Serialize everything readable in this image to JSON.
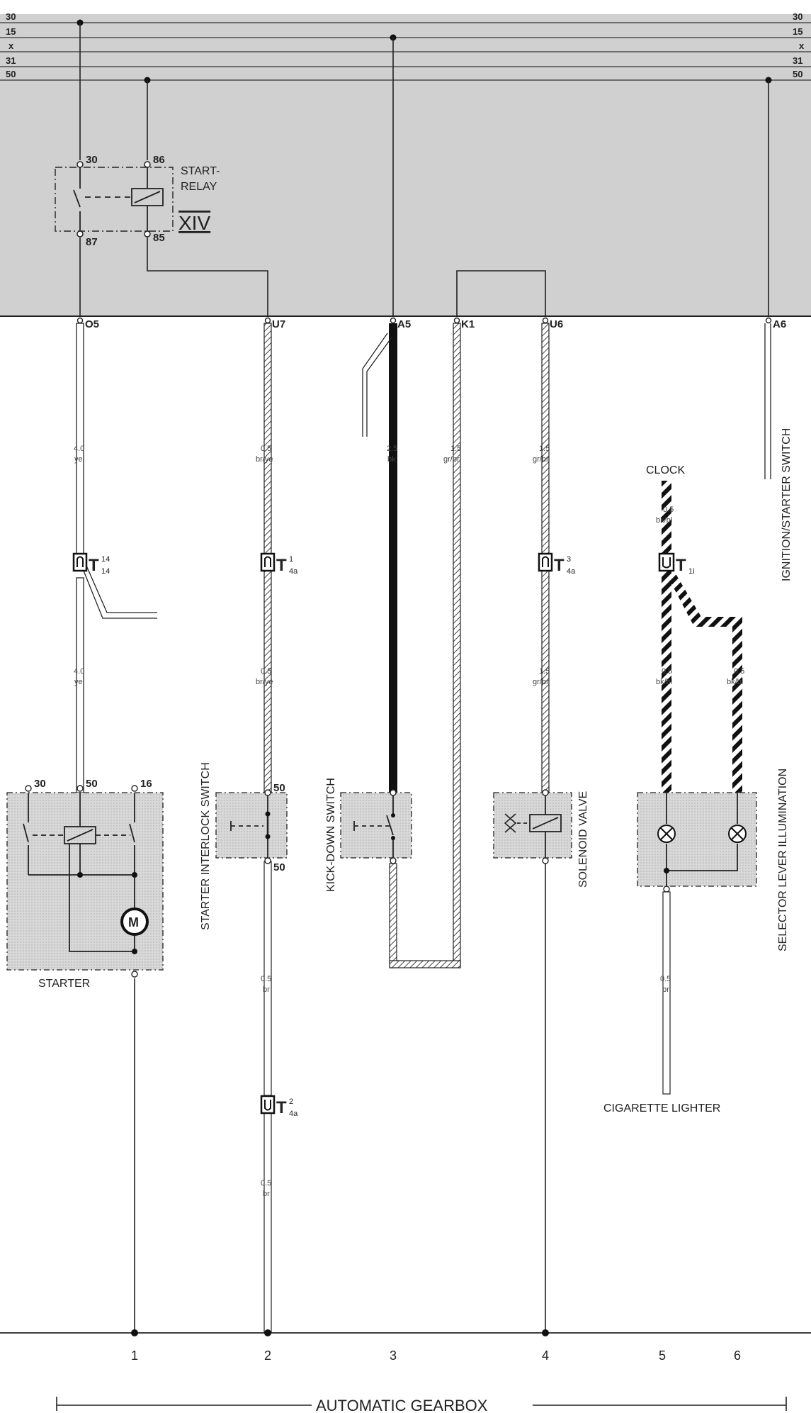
{
  "rails": [
    "30",
    "15",
    "x",
    "31",
    "50"
  ],
  "connectors": {
    "o5": "O5",
    "u7": "U7",
    "a5": "A5",
    "k1": "K1",
    "u6": "U6",
    "a6": "A6"
  },
  "start_relay": {
    "label_line1": "START-",
    "label_line2": "RELAY",
    "roman": "XIV",
    "pins": [
      "30",
      "86",
      "87",
      "85"
    ]
  },
  "wires": {
    "w1_top": {
      "size": "4.0",
      "color": "ye"
    },
    "w1_bottom": {
      "size": "4.0",
      "color": "ye"
    },
    "w2_top": {
      "size": "0.5",
      "color": "br/ye"
    },
    "w2_mid": {
      "size": "0.5",
      "color": "br/ye"
    },
    "w2_low1": {
      "size": "0.5",
      "color": "br"
    },
    "w2_low2": {
      "size": "0.5",
      "color": "br"
    },
    "w3": {
      "size": "2.5",
      "color": "bk"
    },
    "wk1": {
      "size": "1.5",
      "color": "gr/br"
    },
    "w4_top": {
      "size": "1.5",
      "color": "gr/br"
    },
    "w4_mid": {
      "size": "1.5",
      "color": "gr/br"
    },
    "w5_clock": {
      "size": "0.5",
      "color": "bk/bl"
    },
    "w5_mid": {
      "size": "0.5",
      "color": "bk/bl"
    },
    "w6_mid": {
      "size": "0.5",
      "color": "bk/bl"
    },
    "w5_low": {
      "size": "0.5",
      "color": "br"
    }
  },
  "plugs": {
    "t14": {
      "main": "T",
      "sup": "14",
      "sub": "14"
    },
    "t4a1": {
      "main": "T",
      "sup": "1",
      "sub": "4a"
    },
    "t4a3": {
      "main": "T",
      "sup": "3",
      "sub": "4a"
    },
    "t1i": {
      "main": "T",
      "sub": "1i"
    },
    "t4a2": {
      "main": "T",
      "sup": "2",
      "sub": "4a"
    }
  },
  "components": {
    "starter": {
      "label": "STARTER",
      "pins": [
        "30",
        "50",
        "16"
      ],
      "motor": "M"
    },
    "interlock": {
      "label": "STARTER INTERLOCK SWITCH",
      "pin_top": "50",
      "pin_bottom": "50"
    },
    "kickdown": {
      "label": "KICK-DOWN SWITCH"
    },
    "solenoid": {
      "label": "SOLENOID  VALVE"
    },
    "selector": {
      "label": "SELECTOR LEVER ILLUMINATION"
    },
    "ignition": {
      "label": "IGNITION/STARTER SWITCH"
    },
    "clock": {
      "label": "CLOCK"
    },
    "lighter": {
      "label": "CIGARETTE  LIGHTER"
    }
  },
  "positions": [
    "1",
    "2",
    "3",
    "4",
    "5",
    "6"
  ],
  "footer": {
    "label": "AUTOMATIC GEARBOX"
  },
  "colors": {
    "shade": "#cfcfcf",
    "box": "#d6d6d6",
    "line": "#222222"
  }
}
